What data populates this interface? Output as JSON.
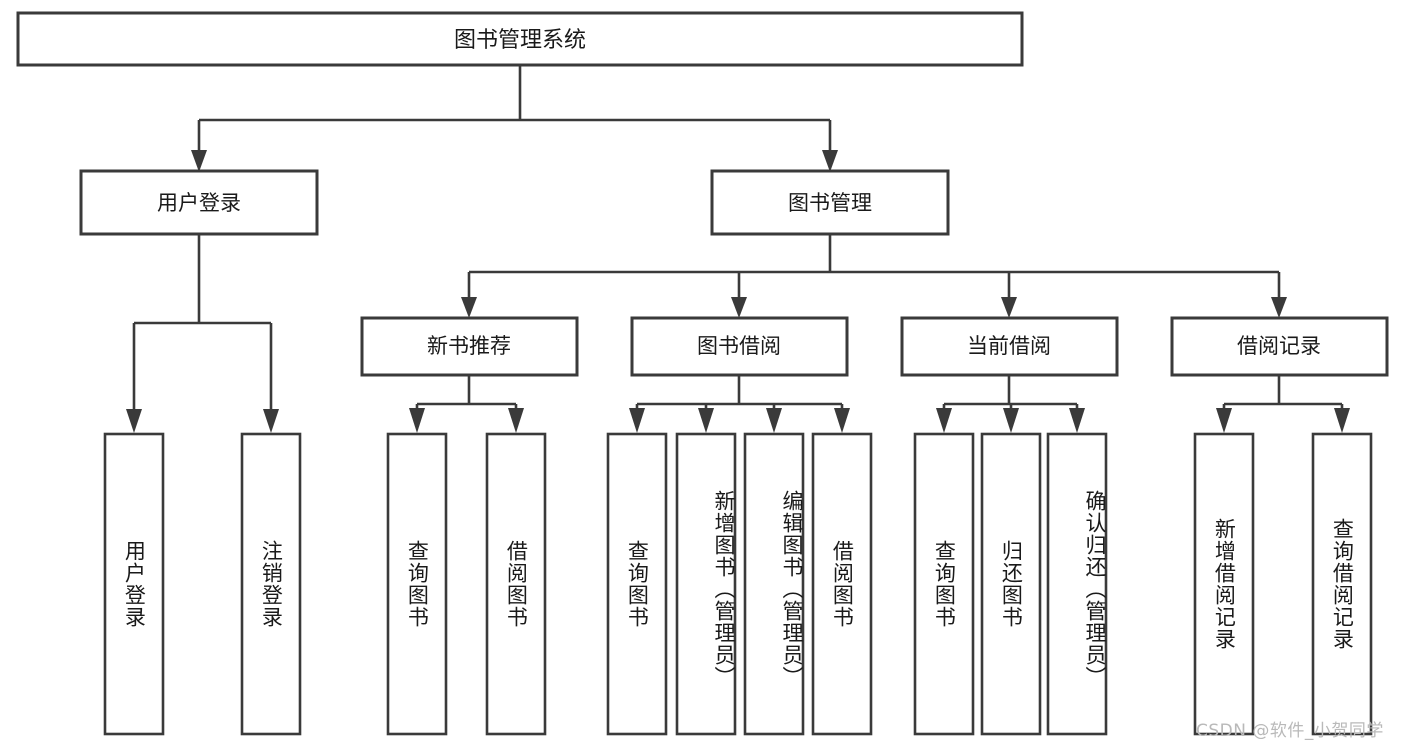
{
  "diagram": {
    "type": "tree",
    "title": "图书管理系统",
    "root": {
      "id": "root",
      "label": "图书管理系统"
    },
    "level2": [
      {
        "id": "user-login",
        "label": "用户登录"
      },
      {
        "id": "book-manage",
        "label": "图书管理"
      }
    ],
    "level3": [
      {
        "id": "new-book-rec",
        "label": "新书推荐",
        "parent": "book-manage"
      },
      {
        "id": "book-borrow",
        "label": "图书借阅",
        "parent": "book-manage"
      },
      {
        "id": "current-borrow",
        "label": "当前借阅",
        "parent": "book-manage"
      },
      {
        "id": "borrow-record",
        "label": "借阅记录",
        "parent": "book-manage"
      }
    ],
    "leaves": {
      "user-login": [
        {
          "id": "leaf-user-login",
          "label": "用户登录"
        },
        {
          "id": "leaf-user-logout",
          "label": "注销登录"
        }
      ],
      "new-book-rec": [
        {
          "id": "leaf-query-book-1",
          "label": "查询图书"
        },
        {
          "id": "leaf-borrow-book-1",
          "label": "借阅图书"
        }
      ],
      "book-borrow": [
        {
          "id": "leaf-query-book-2",
          "label": "查询图书"
        },
        {
          "id": "leaf-add-book",
          "label": "新增图书（管理员）"
        },
        {
          "id": "leaf-edit-book",
          "label": "编辑图书（管理员）"
        },
        {
          "id": "leaf-borrow-book-2",
          "label": "借阅图书"
        }
      ],
      "current-borrow": [
        {
          "id": "leaf-query-book-3",
          "label": "查询图书"
        },
        {
          "id": "leaf-return-book",
          "label": "归还图书"
        },
        {
          "id": "leaf-confirm-return",
          "label": "确认归还（管理员）"
        }
      ],
      "borrow-record": [
        {
          "id": "leaf-add-record",
          "label": "新增借阅记录"
        },
        {
          "id": "leaf-query-record",
          "label": "查询借阅记录"
        }
      ]
    },
    "colors": {
      "stroke": "#3a3a3a",
      "fill": "#ffffff",
      "text": "#1a1a1a",
      "background": "#ffffff",
      "watermark": "#b9b9b9"
    }
  },
  "watermark": {
    "text": "CSDN @软件_小贺同学"
  }
}
